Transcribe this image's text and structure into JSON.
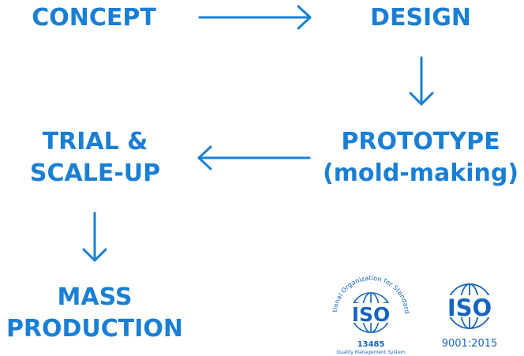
{
  "colors": {
    "accent": "#1a7fd4",
    "logo_blue": "#1565c0"
  },
  "steps": {
    "concept": "CONCEPT",
    "design": "DESIGN",
    "prototype": [
      "PROTOTYPE",
      "(mold-making)"
    ],
    "trial": [
      "TRIAL &",
      "SCALE-UP"
    ],
    "mass": [
      "MASS",
      "PRODUCTION"
    ]
  },
  "arrows": [
    {
      "from": "concept",
      "to": "design",
      "direction": "right"
    },
    {
      "from": "design",
      "to": "prototype",
      "direction": "down"
    },
    {
      "from": "prototype",
      "to": "trial",
      "direction": "left"
    },
    {
      "from": "trial",
      "to": "mass",
      "direction": "down"
    }
  ],
  "logos": {
    "iso13485": {
      "icon": "iso-globe-icon",
      "ring_text": "International Organization for Standardization",
      "mark": "ISO",
      "number": "13485",
      "caption": "Quality Management System"
    },
    "iso9001": {
      "icon": "iso-globe-icon",
      "mark": "ISO",
      "number": "9001:2015"
    }
  }
}
